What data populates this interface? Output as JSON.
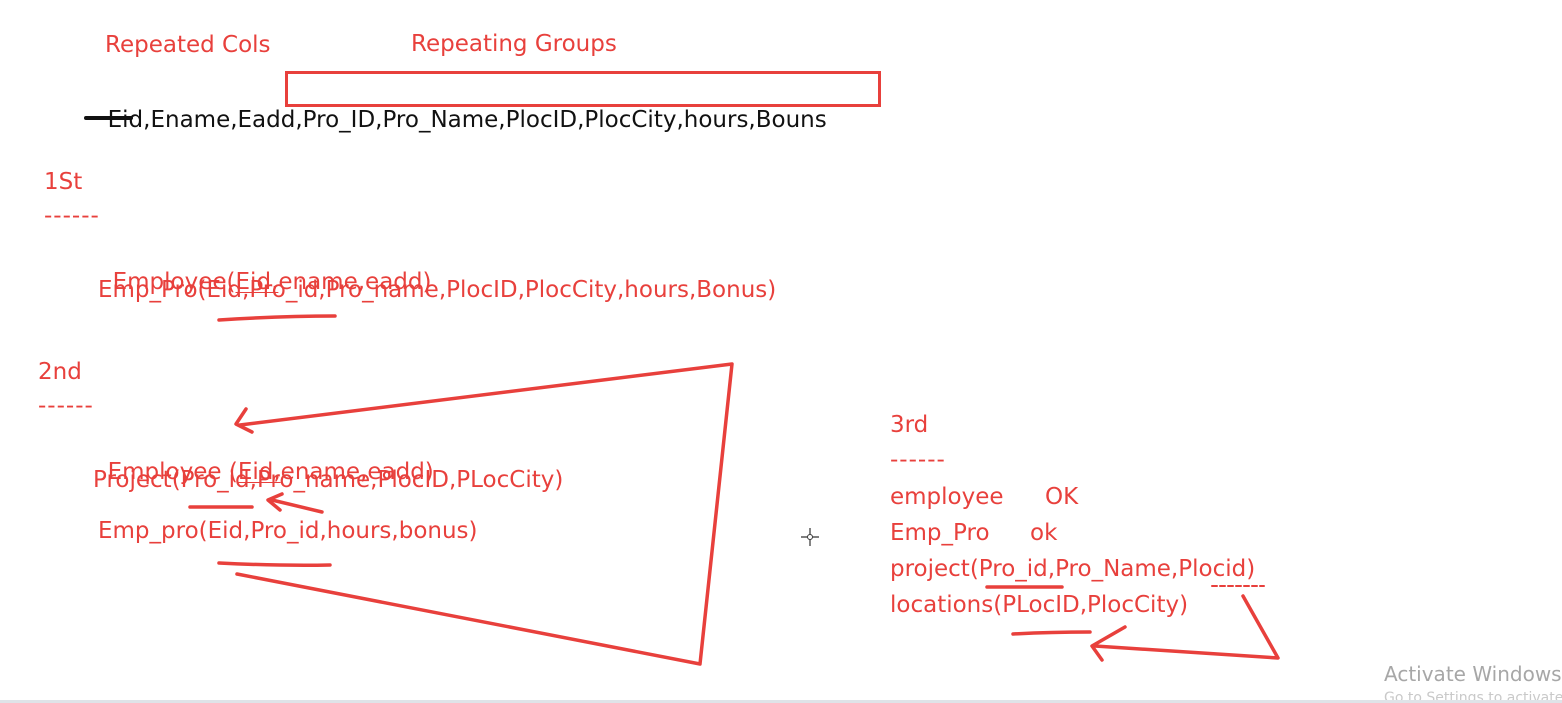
{
  "header": {
    "repeated_cols_label": "Repeated Cols",
    "repeating_groups_label": "Repeating Groups",
    "columns_prefix": "Eid,Ename,Eadd",
    "columns_group": ",Pro_ID,Pro_Name,PlocID,PlocCity,hours,Bouns"
  },
  "first_nf": {
    "title": "1St",
    "rule": "------",
    "employee_prefix": "Employee(",
    "employee_key": "Eid,",
    "employee_rest": "ename,eadd)",
    "emp_pro": "Emp_Pro(Eid,Pro_id,Pro_name,PlocID,PlocCity,hours,Bonus)"
  },
  "second_nf": {
    "title": "2nd",
    "rule": "------",
    "employee_prefix": "Employee (",
    "employee_key": "Eid,",
    "employee_rest": "ename,eadd)",
    "project": "Project(Pro_id,Pro_name,PlocID,PLocCity)",
    "emp_pro": "Emp_pro(Eid,Pro_id,hours,bonus)"
  },
  "third_nf": {
    "title": "3rd",
    "rule": "------",
    "employee_name": "employee",
    "employee_status": "OK",
    "emp_pro_name": "Emp_Pro",
    "emp_pro_status": "ok",
    "project": "project(Pro_id,Pro_Name,Plocid)",
    "locations": "locations(PLocID,PlocCity)"
  },
  "watermark": {
    "title": "Activate Windows",
    "subtitle": "Go to Settings to activate Windows."
  },
  "colors": {
    "ink_red": "#e8403c",
    "ink_black": "#111111",
    "watermark_gray": "#a7a7a7"
  }
}
